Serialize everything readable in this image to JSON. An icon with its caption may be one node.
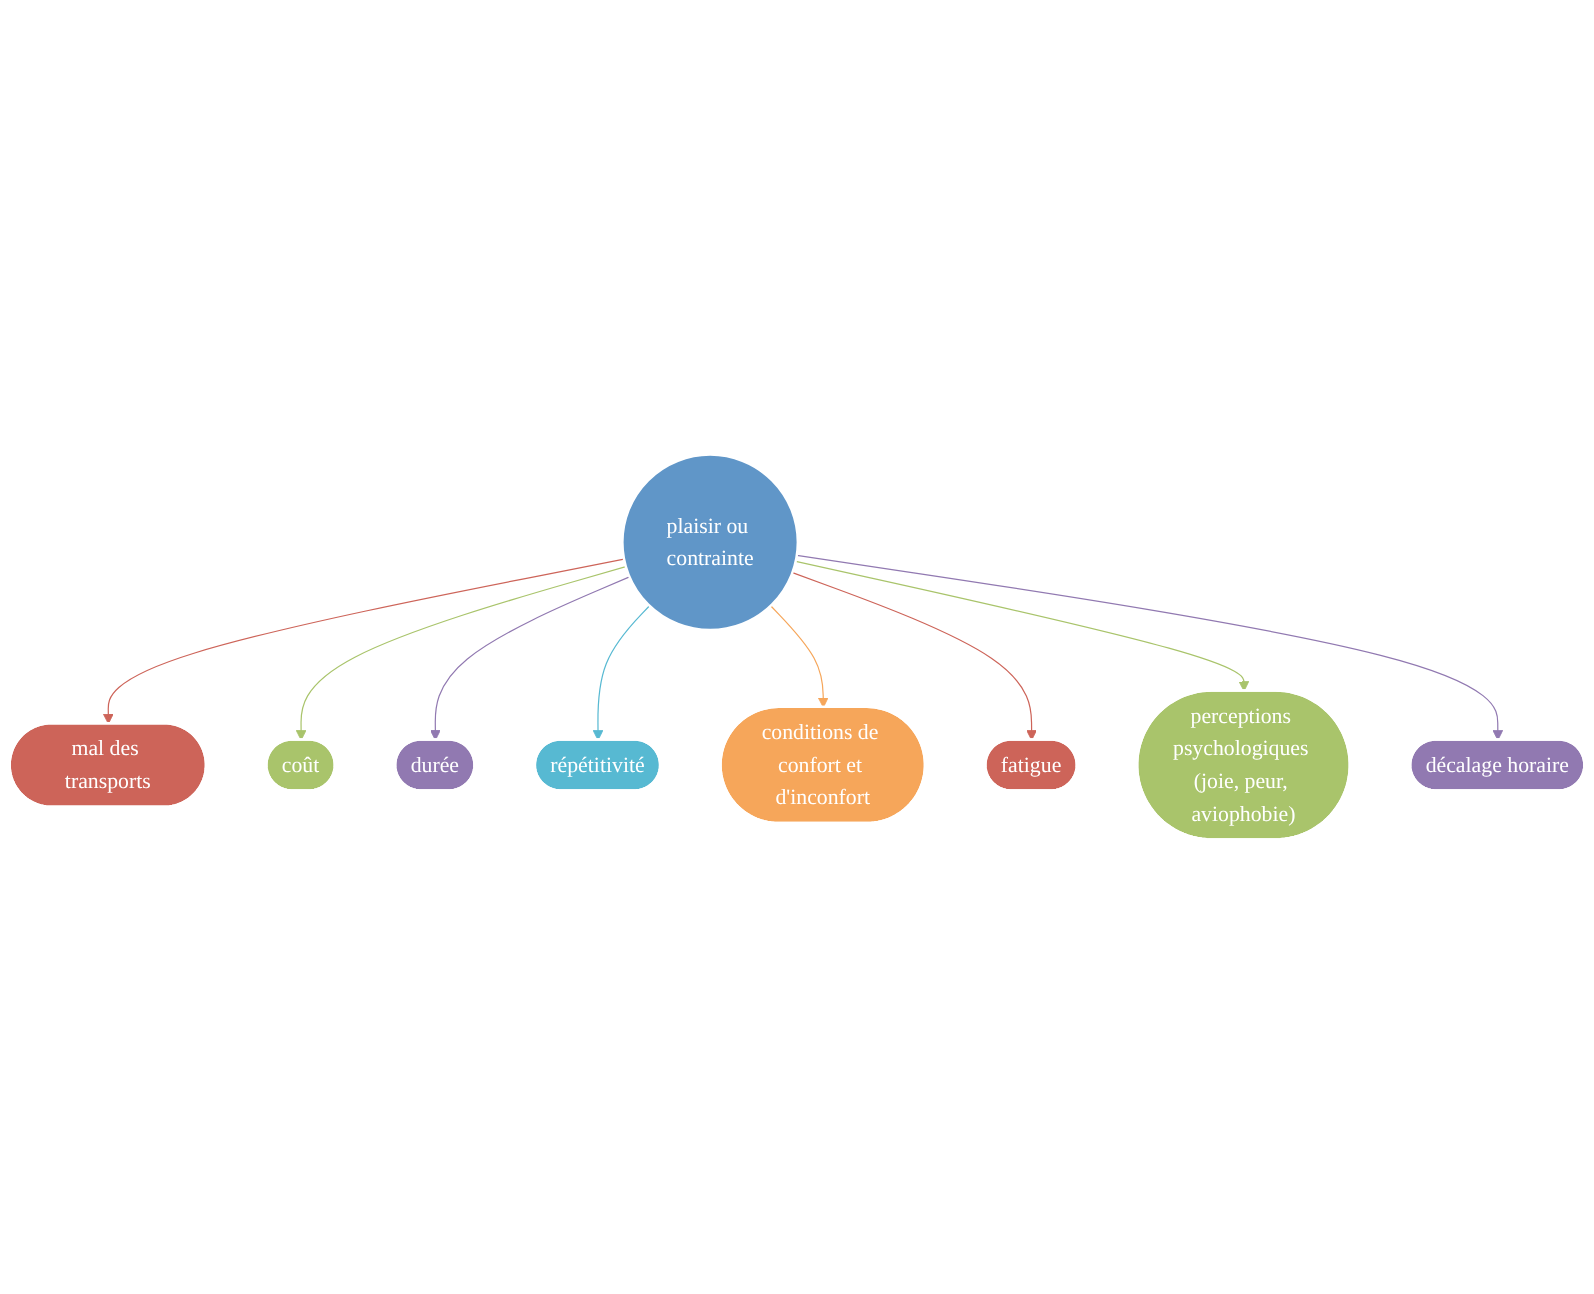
{
  "diagram": {
    "nodes": [
      {
        "text": [
          "mal des transports"
        ]
      },
      {
        "text": [
          "décalage horaire"
        ]
      },
      {
        "text": [
          "coût"
        ]
      },
      {
        "text": [
          "perceptions psychologiques (joie, peur, aviophobie)"
        ]
      },
      {
        "text": [
          "plaisir ou contrainte"
        ]
      },
      {
        "text": [
          "durée"
        ]
      },
      {
        "text": [
          "fatigue"
        ]
      },
      {
        "text": [
          "répétitivité"
        ]
      },
      {
        "text": [
          "conditions de confort et d'inconfort"
        ]
      }
    ],
    "edges": [
      {
        "from": 4,
        "to": 0,
        "arrow": "to",
        "color": "#cd6459"
      },
      {
        "from": 4,
        "to": 2,
        "arrow": "to",
        "color": "#a9c46b"
      },
      {
        "from": 4,
        "to": 5,
        "arrow": "to",
        "color": "#9179b1"
      },
      {
        "from": 4,
        "to": 7,
        "arrow": "to",
        "color": "#57b9d2"
      },
      {
        "from": 4,
        "to": 8,
        "arrow": "to",
        "color": "#f6a65a"
      },
      {
        "from": 4,
        "to": 6,
        "arrow": "to",
        "color": "#cd6459"
      },
      {
        "from": 4,
        "to": 3,
        "arrow": "to",
        "color": "#a9c46b"
      },
      {
        "from": 4,
        "to": 1,
        "arrow": "to",
        "color": "#9179b1"
      }
    ]
  }
}
